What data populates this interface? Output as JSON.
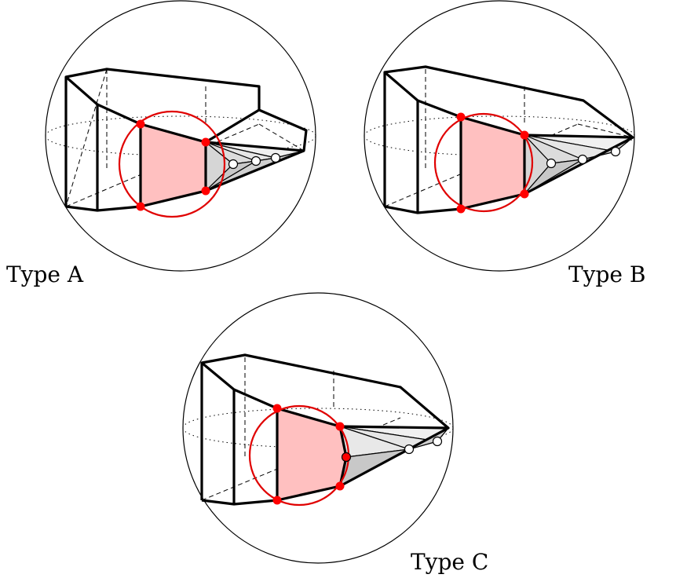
{
  "labels": {
    "type_a": "Type A",
    "type_b": "Type B",
    "type_c": "Type C"
  },
  "colors": {
    "stroke": "#000000",
    "highlight_circle": "#e00000",
    "highlight_fill": "#ffc0c0",
    "vertex_red": "#ff0000",
    "fan_light": "#f0f0f0",
    "fan_mid": "#dcdcdc",
    "fan_dark": "#c8c8c8",
    "open_vertex": "#ffffff"
  }
}
